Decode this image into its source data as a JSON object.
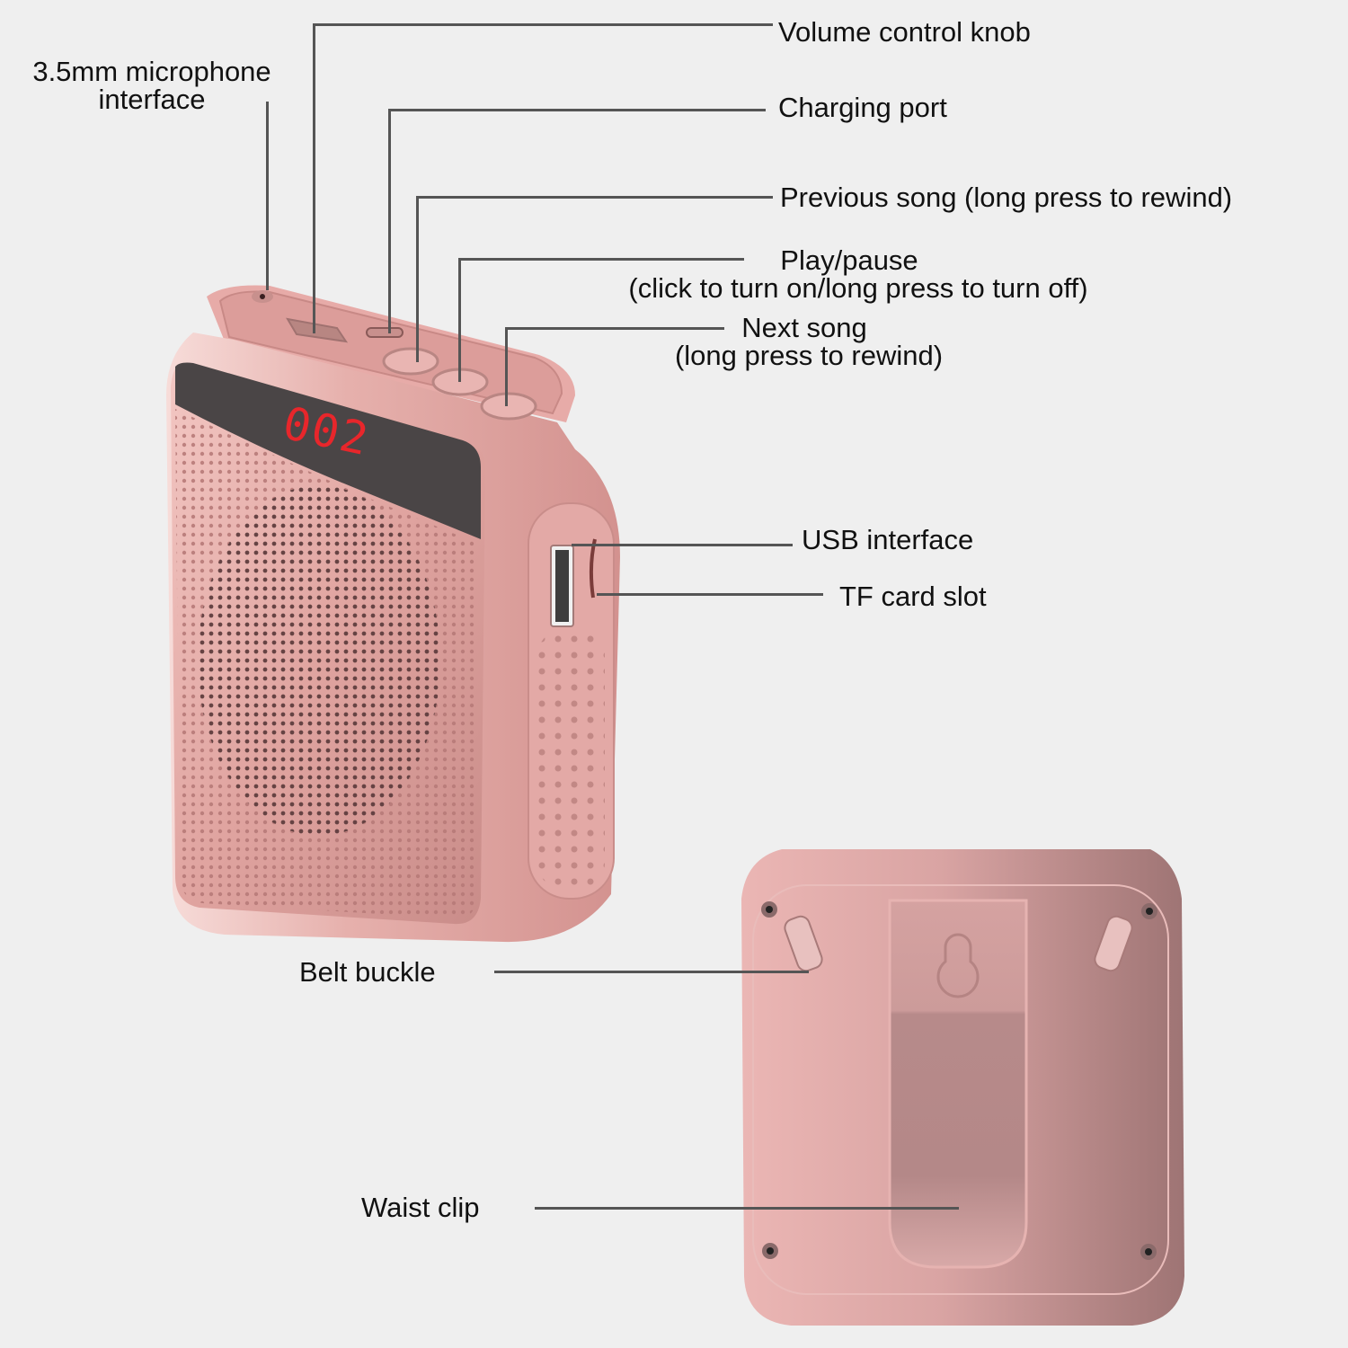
{
  "colors": {
    "background": "#efefef",
    "body_pink": "#e2a9a6",
    "body_highlight": "#f6d3d0",
    "display_dark": "#4a4546",
    "led_red": "#e8262b",
    "leader_line": "#555555"
  },
  "display": {
    "led_digits": "002"
  },
  "labels": {
    "mic": {
      "line1": "3.5mm microphone",
      "line2": "interface"
    },
    "volume": "Volume control knob",
    "charging": "Charging port",
    "previous": "Previous song (long press to rewind)",
    "play": {
      "line1": "Play/pause",
      "line2": "(click to turn on/long press to turn off)"
    },
    "next": {
      "line1": "Next song",
      "line2": "(long press to rewind)"
    },
    "usb": "USB interface",
    "tf": "TF card slot",
    "belt": "Belt buckle",
    "waist": "Waist clip"
  }
}
